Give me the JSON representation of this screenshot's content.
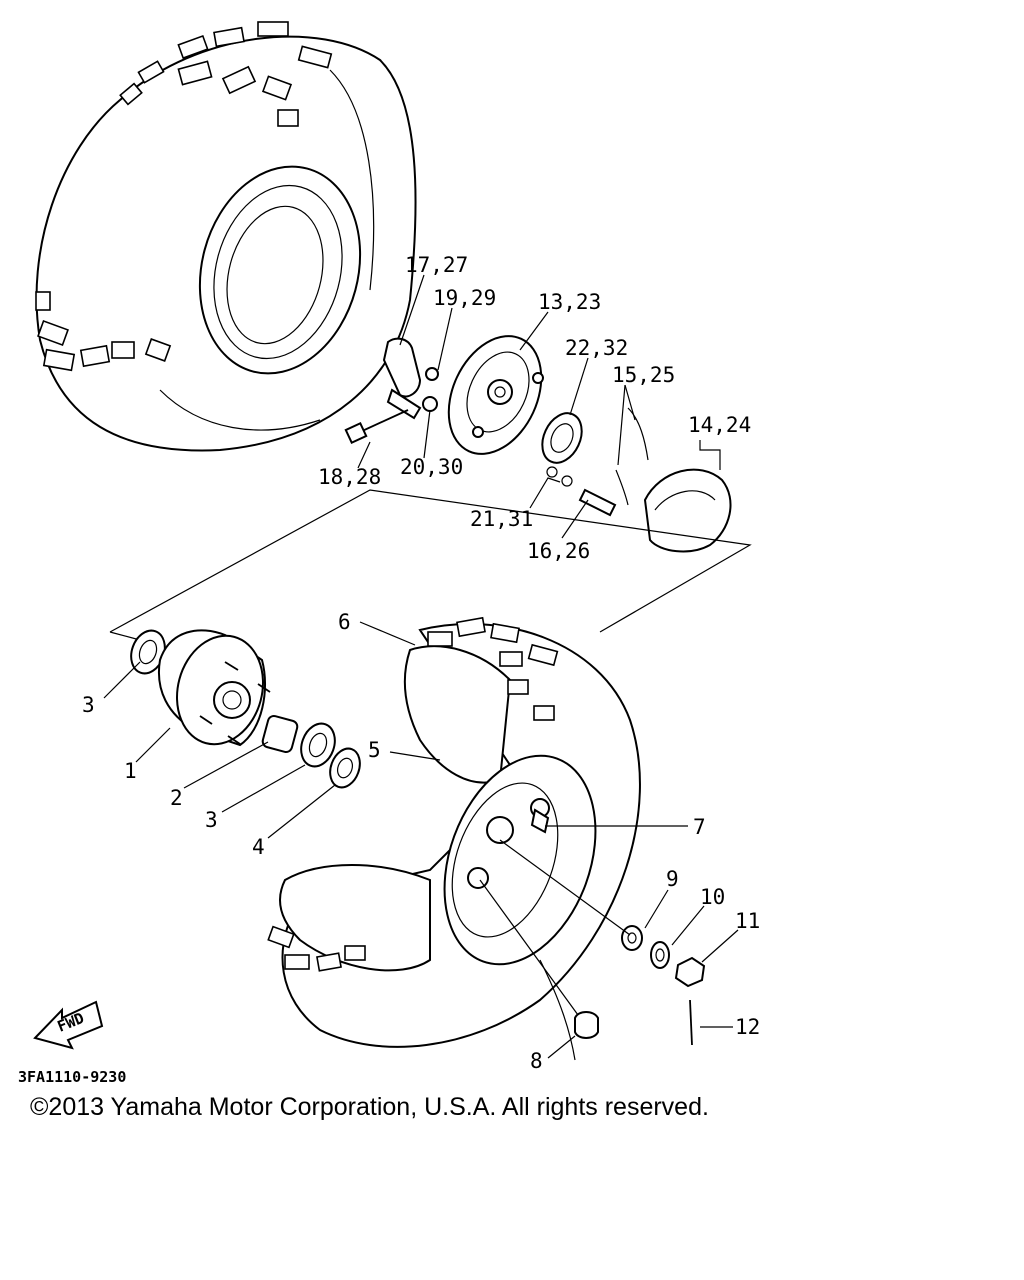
{
  "diagram": {
    "callouts": [
      {
        "id": "1",
        "text": "1"
      },
      {
        "id": "2",
        "text": "2"
      },
      {
        "id": "3a",
        "text": "3"
      },
      {
        "id": "3b",
        "text": "3"
      },
      {
        "id": "4",
        "text": "4"
      },
      {
        "id": "5",
        "text": "5"
      },
      {
        "id": "6",
        "text": "6"
      },
      {
        "id": "7",
        "text": "7"
      },
      {
        "id": "8",
        "text": "8"
      },
      {
        "id": "9",
        "text": "9"
      },
      {
        "id": "10",
        "text": "10"
      },
      {
        "id": "11",
        "text": "11"
      },
      {
        "id": "12",
        "text": "12"
      },
      {
        "id": "13-23",
        "text": "13,23"
      },
      {
        "id": "14-24",
        "text": "14,24"
      },
      {
        "id": "15-25",
        "text": "15,25"
      },
      {
        "id": "16-26",
        "text": "16,26"
      },
      {
        "id": "17-27",
        "text": "17,27"
      },
      {
        "id": "18-28",
        "text": "18,28"
      },
      {
        "id": "19-29",
        "text": "19,29"
      },
      {
        "id": "20-30",
        "text": "20,30"
      },
      {
        "id": "21-31",
        "text": "21,31"
      },
      {
        "id": "22-32",
        "text": "22,32"
      }
    ],
    "fwd_label": "FWD",
    "drawing_code": "3FA1110-9230"
  },
  "copyright": "©2013 Yamaha Motor Corporation, U.S.A. All rights reserved."
}
